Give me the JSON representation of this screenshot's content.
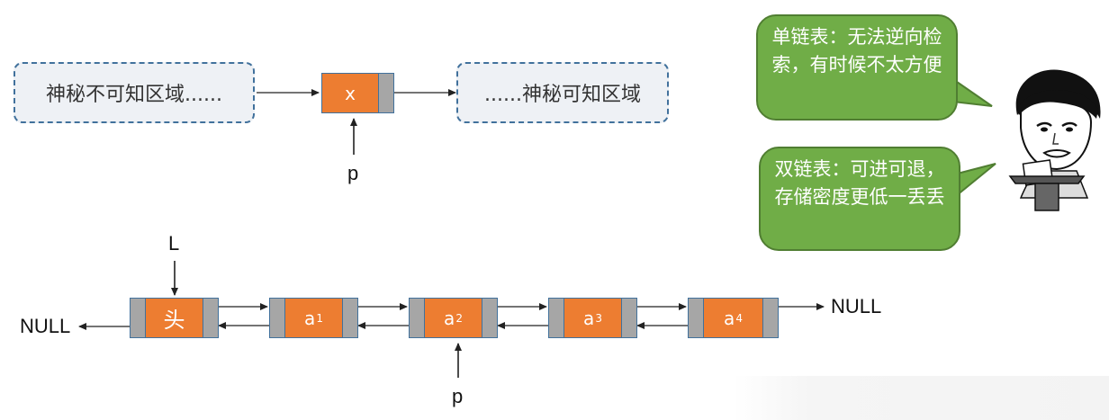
{
  "top_list": {
    "left_region": "神秘不可知区域......",
    "node_x": "x",
    "right_region": "......神秘可知区域",
    "pointer": "p"
  },
  "double_list": {
    "head_pointer": "L",
    "null_left": "NULL",
    "null_right": "NULL",
    "pointer": "p",
    "nodes": [
      {
        "label": "头",
        "sub": ""
      },
      {
        "label": "a",
        "sub": "1"
      },
      {
        "label": "a",
        "sub": "2"
      },
      {
        "label": "a",
        "sub": "3"
      },
      {
        "label": "a",
        "sub": "4"
      }
    ]
  },
  "bubbles": {
    "single": "单链表：无法逆向检索，有时候不太方便",
    "double": "双链表：可进可退，存储密度更低一丢丢"
  },
  "colors": {
    "node_fill": "#ed7d31",
    "node_side": "#a6a6a6",
    "node_border": "#41719c",
    "region_fill": "#eef1f5",
    "bubble_fill": "#70ad47",
    "bubble_border": "#507e32"
  },
  "icons": [
    "meme-reader-icon"
  ]
}
